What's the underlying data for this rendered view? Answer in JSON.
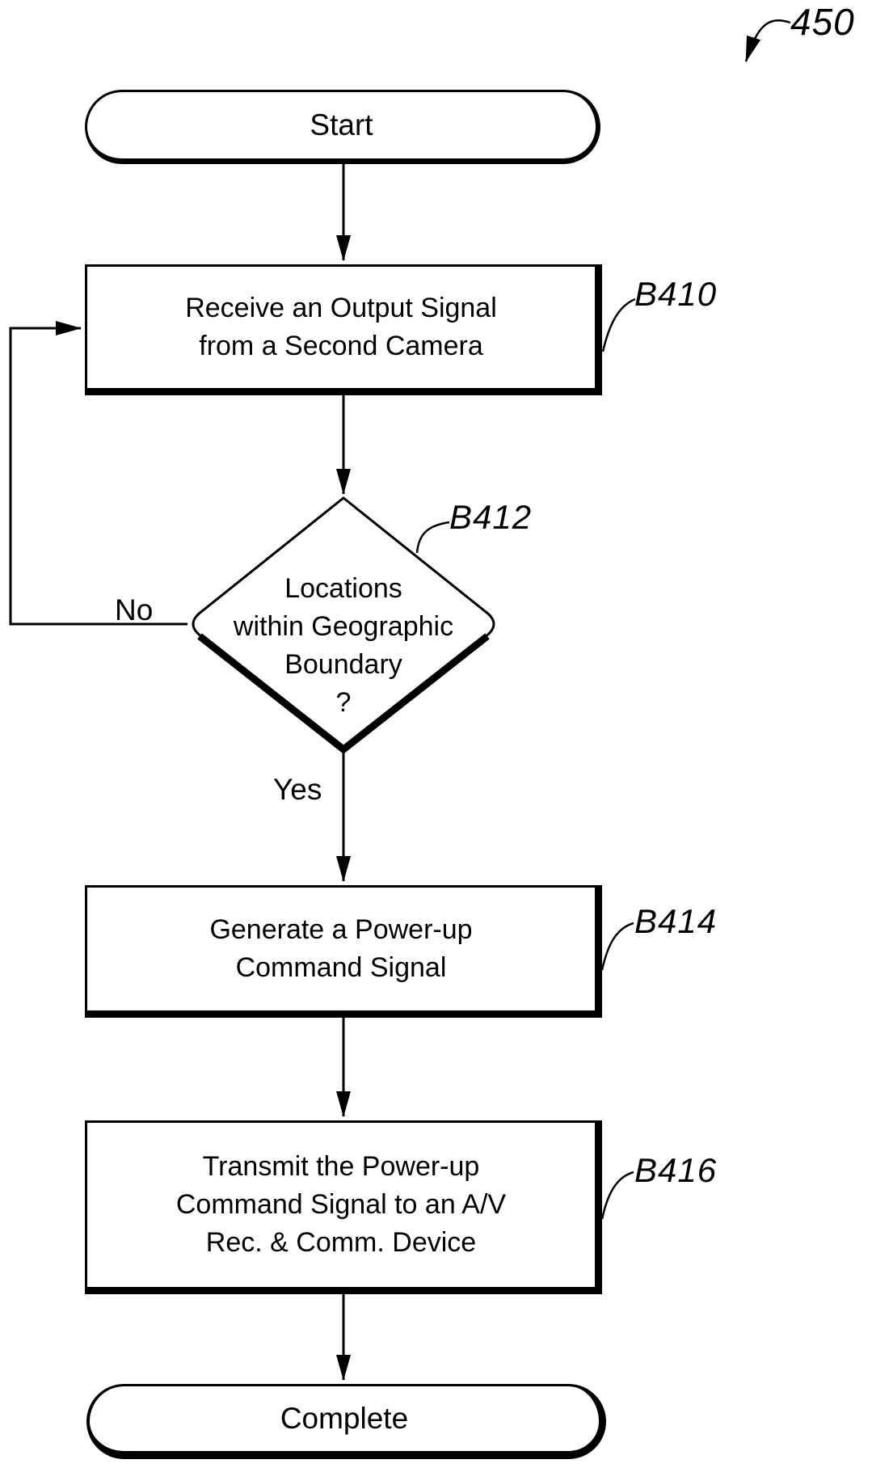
{
  "figure_reference": "450",
  "nodes": {
    "start": {
      "text": "Start"
    },
    "receive": {
      "ref": "B410",
      "lines": [
        "Receive an Output Signal",
        "from a Second Camera"
      ]
    },
    "decision": {
      "ref": "B412",
      "lines": [
        "Locations",
        "within Geographic",
        "Boundary",
        "?"
      ]
    },
    "generate": {
      "ref": "B414",
      "lines": [
        "Generate a Power-up",
        "Command Signal"
      ]
    },
    "transmit": {
      "ref": "B416",
      "lines": [
        "Transmit the Power-up",
        "Command Signal to an A/V",
        "Rec. & Comm. Device"
      ]
    },
    "complete": {
      "text": "Complete"
    }
  },
  "branch_labels": {
    "no": "No",
    "yes": "Yes"
  },
  "colors": {
    "stroke": "#000000",
    "background": "#ffffff"
  }
}
